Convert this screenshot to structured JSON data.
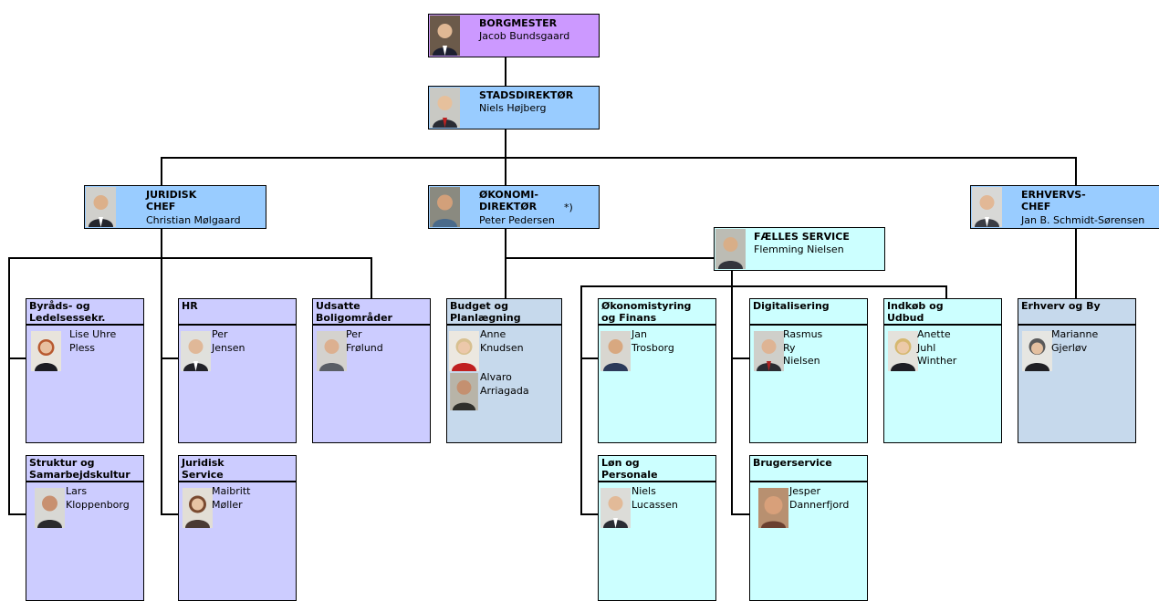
{
  "leaders": {
    "borgmester": {
      "title": "BORGMESTER",
      "name": "Jacob Bundsgaard"
    },
    "stadsdirektor": {
      "title": "STADSDIREKTØR",
      "name": "Niels Højberg"
    },
    "juridisk_chef": {
      "title": "JURIDISK\nCHEF",
      "name": "Christian Mølgaard"
    },
    "okonomi": {
      "title": "ØKONOMI-\nDIREKTØR",
      "note": "*)",
      "name": "Peter Pedersen"
    },
    "erhvervs": {
      "title": "ERHVERVS-\nCHEF",
      "name": "Jan B. Schmidt-Sørensen"
    },
    "faelles": {
      "title": "FÆLLES SERVICE",
      "name": "Flemming Nielsen"
    }
  },
  "departments": {
    "byraads": {
      "title": "Byråds- og\nLedelsessekr.",
      "person": "Lise Uhre\nPless"
    },
    "struktur": {
      "title": "Struktur og\nSamarbejdskultur",
      "person": "Lars\nKloppenborg"
    },
    "hr": {
      "title": "HR",
      "person": "Per\nJensen"
    },
    "juridisk_service": {
      "title": "Juridisk\nService",
      "person": "Maibritt\nMøller"
    },
    "udsatte": {
      "title": "Udsatte\nBoligområder",
      "person": "Per\nFrølund"
    },
    "budget": {
      "title": "Budget og\nPlanlægning",
      "person1": "Anne\nKnudsen",
      "person2": "Alvaro\nArriagada"
    },
    "okstyring": {
      "title": "Økonomistyring\nog Finans",
      "person": "Jan\nTrosborg"
    },
    "lon": {
      "title": "Løn og\nPersonale",
      "person": "Niels\nLucassen"
    },
    "digital": {
      "title": "Digitalisering",
      "person": "Rasmus\nRy\nNielsen"
    },
    "bruger": {
      "title": "Brugerservice",
      "person": "Jesper\nDannerfjord"
    },
    "indkob": {
      "title": "Indkøb og\nUdbud",
      "person": "Anette\nJuhl\nWinther"
    },
    "erhverv_by": {
      "title": "Erhverv og By",
      "person": "Marianne\nGjerløv"
    }
  },
  "colors": {
    "mayor": "#cc99ff",
    "director": "#99ccff",
    "shared_service": "#ccffff",
    "staff_unit": "#ccccff",
    "budget_unit": "#c6d9ec"
  },
  "icons": [
    "person-photo"
  ]
}
